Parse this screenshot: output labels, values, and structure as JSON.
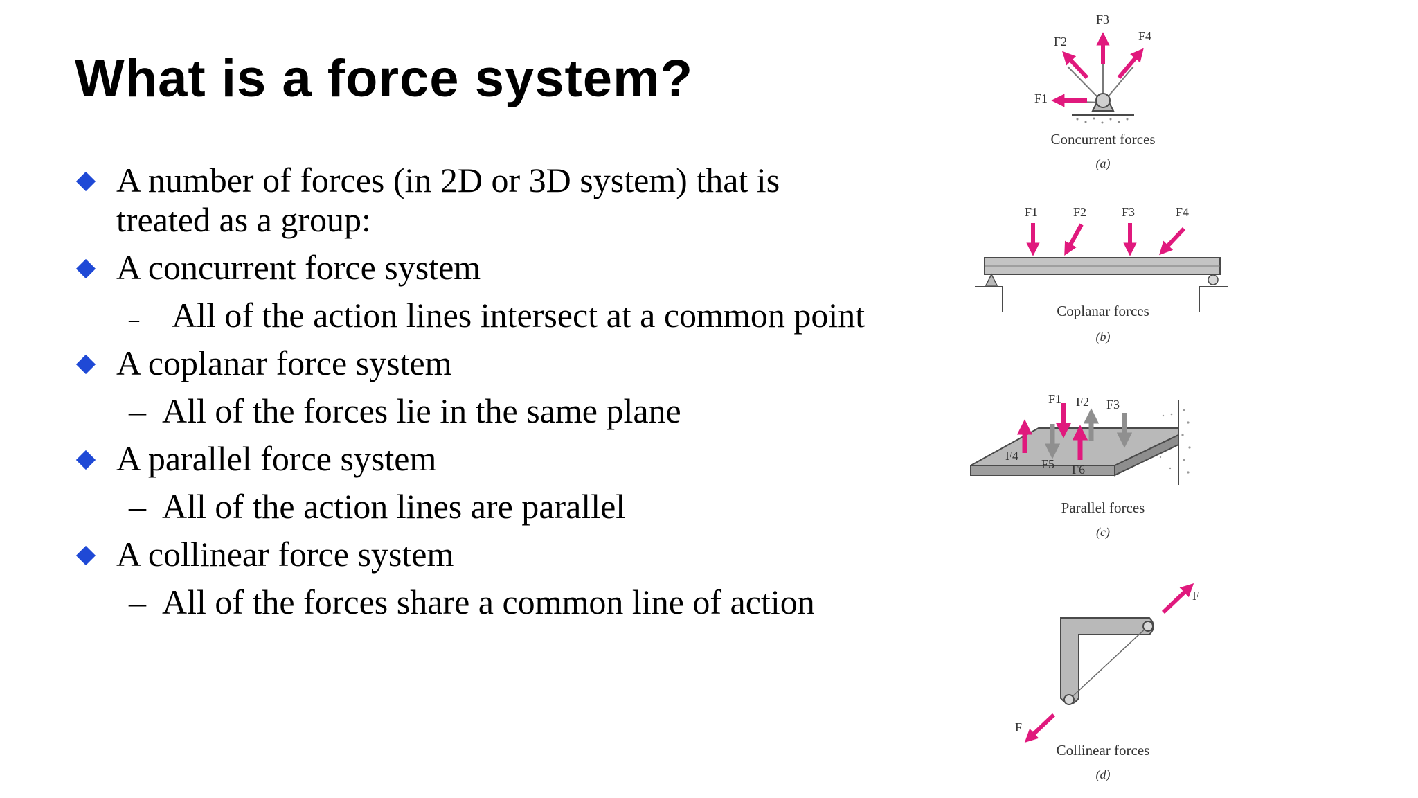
{
  "slide": {
    "title": "What is a force system?",
    "bullets": [
      {
        "text": "A number of forces (in 2D or 3D system) that is treated as a group:",
        "subs": []
      },
      {
        "text": "A concurrent force system",
        "subs": [
          "All of the action lines intersect at a common point"
        ]
      },
      {
        "text": "A coplanar force system",
        "subs": [
          "All of the forces lie in the same plane"
        ]
      },
      {
        "text": "A parallel force system",
        "subs": [
          "All of the action lines are parallel"
        ]
      },
      {
        "text": "A collinear force system",
        "subs": [
          "All of the forces share a common line of action"
        ]
      }
    ]
  },
  "figures": {
    "concurrent": {
      "caption": "Concurrent forces",
      "tag": "(a)",
      "labels": [
        "F1",
        "F2",
        "F3",
        "F4"
      ]
    },
    "coplanar": {
      "caption": "Coplanar forces",
      "tag": "(b)",
      "labels": [
        "F1",
        "F2",
        "F3",
        "F4"
      ]
    },
    "parallel": {
      "caption": "Parallel forces",
      "tag": "(c)",
      "labels": [
        "F1",
        "F2",
        "F3",
        "F4",
        "F5",
        "F6"
      ]
    },
    "collinear": {
      "caption": "Collinear forces",
      "tag": "(d)",
      "labels": [
        "F",
        "F"
      ]
    }
  },
  "colors": {
    "bullet": "#1f49d6",
    "arrow": "#e0197d",
    "shape": "#b9b9b9",
    "outline": "#4a4a4a"
  }
}
